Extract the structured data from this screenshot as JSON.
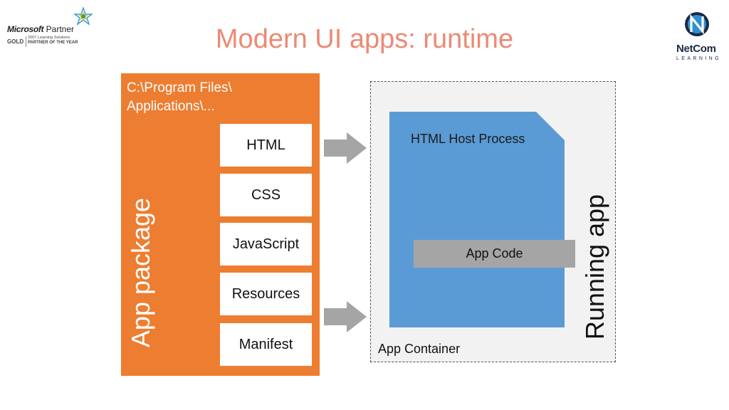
{
  "logos": {
    "microsoft": {
      "brand_bold": "Microsoft",
      "brand_rest": " Partner",
      "tier": "GOLD",
      "sub_line1": "2007 Learning Solutions",
      "sub_line2": "PARTNER OF THE YEAR"
    },
    "netcom": {
      "name": "NetCom",
      "tagline": "LEARNING"
    }
  },
  "title": "Modern UI apps: runtime",
  "package": {
    "path_line1": "C:\\Program Files\\",
    "path_line2": "Applications\\...",
    "label": "App package",
    "items": [
      "HTML",
      "CSS",
      "JavaScript",
      "Resources",
      "Manifest"
    ]
  },
  "container": {
    "host_label": "HTML Host Process",
    "app_code": "App Code",
    "label": "App Container",
    "running_label": "Running app"
  },
  "colors": {
    "title": "#ec8a74",
    "package_bg": "#ed7d31",
    "host_bg": "#5b9bd5",
    "app_code_bg": "#a5a5a5",
    "arrow": "#a5a5a5",
    "container_bg": "#f2f2f2"
  }
}
